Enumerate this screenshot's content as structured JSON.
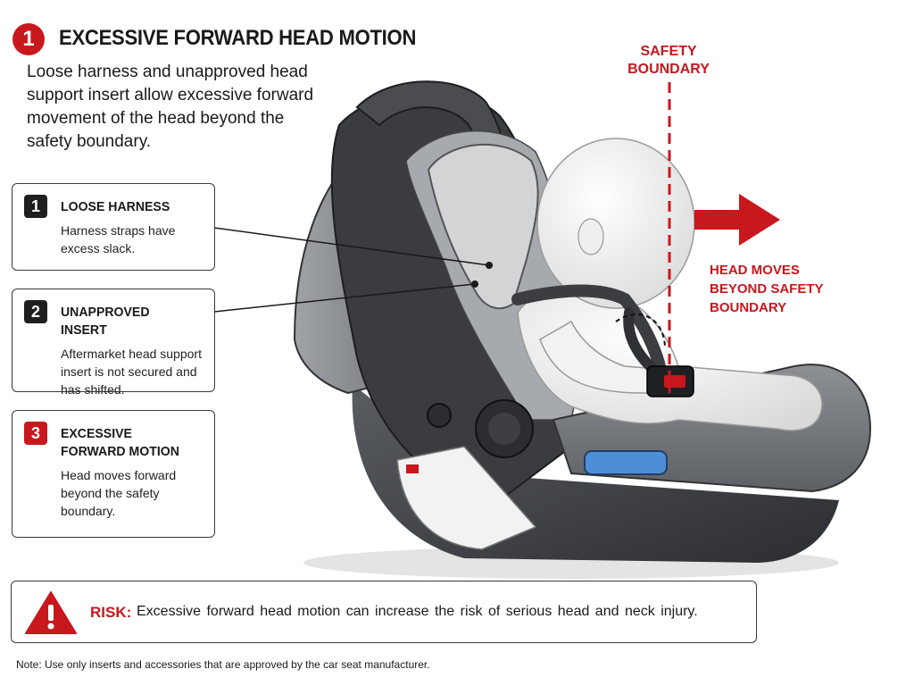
{
  "header": {
    "number": "1",
    "title": "EXCESSIVE FORWARD HEAD MOTION",
    "intro": "Loose harness and unapproved head support insert allow excessive forward movement of the head beyond the safety boundary."
  },
  "callouts": [
    {
      "number": "1",
      "title": "LOOSE HARNESS",
      "body": "Harness straps have excess slack.",
      "badge_color": "#1f1f1f"
    },
    {
      "number": "2",
      "title": "UNAPPROVED INSERT",
      "body": "Aftermarket head support insert is not secured and has shifted.",
      "badge_color": "#1f1f1f"
    },
    {
      "number": "3",
      "title": "EXCESSIVE FORWARD MOTION",
      "body": "Head moves forward beyond the safety boundary.",
      "badge_color": "#c8171d"
    }
  ],
  "diagram": {
    "boundary_label": "SAFETY BOUNDARY",
    "movement_label": "HEAD MOVES BEYOND SAFETY BOUNDARY",
    "accent_color": "#c8171d",
    "icons": [
      "right-arrow-icon",
      "buckle-icon",
      "warning-label-icon"
    ]
  },
  "risk": {
    "icon": "warning-triangle-icon",
    "label": "RISK:",
    "text": "Excessive forward head motion can increase the risk of serious head and neck injury."
  },
  "note": "Note: Use only inserts and accessories that are approved by the car seat manufacturer."
}
